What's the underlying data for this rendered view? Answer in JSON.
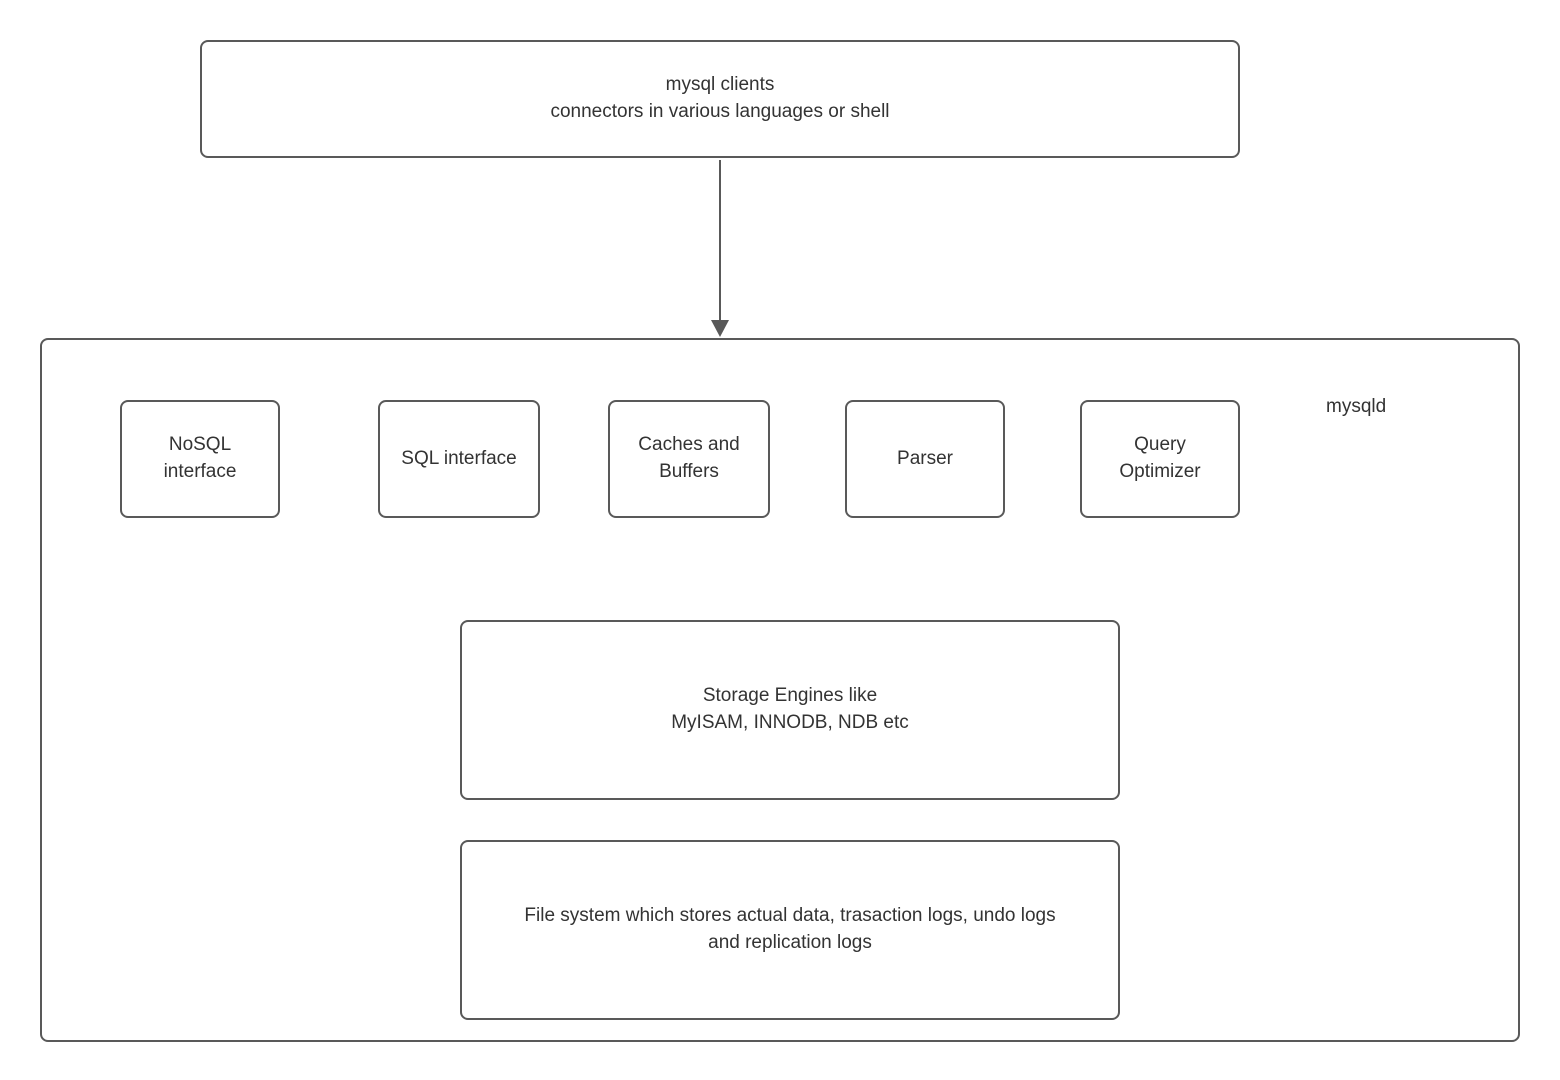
{
  "diagram": {
    "client_box": {
      "label": "mysql clients\nconnectors in various languages or shell"
    },
    "server": {
      "label": "mysqld",
      "components": [
        {
          "id": "nosql-interface",
          "label": "NoSQL\ninterface"
        },
        {
          "id": "sql-interface",
          "label": "SQL interface"
        },
        {
          "id": "caches-and-buffers",
          "label": "Caches and\nBuffers"
        },
        {
          "id": "parser",
          "label": "Parser"
        },
        {
          "id": "query-optimizer",
          "label": "Query\nOptimizer"
        }
      ],
      "storage_engines": {
        "label": "Storage Engines like\nMyISAM, INNODB, NDB etc"
      },
      "file_system": {
        "label": "File system which stores actual data, trasaction logs, undo logs\nand replication logs"
      }
    },
    "colors": {
      "border": "#595959",
      "text": "#333333",
      "background": "#ffffff"
    }
  }
}
